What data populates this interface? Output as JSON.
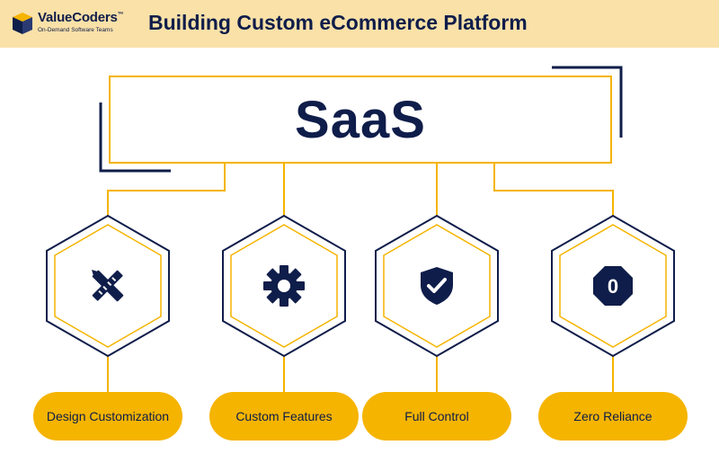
{
  "header": {
    "logo_name": "ValueCoders",
    "logo_tm": "™",
    "logo_tagline": "On-Demand Software Teams",
    "title": "Building Custom eCommerce Platform"
  },
  "main": {
    "title": "SaaS",
    "items": [
      {
        "label": "Design Customization",
        "icon": "design-tools-icon"
      },
      {
        "label": "Custom Features",
        "icon": "gear-icon"
      },
      {
        "label": "Full Control",
        "icon": "shield-check-icon"
      },
      {
        "label": "Zero Reliance",
        "icon": "zero-octagon-icon",
        "icon_text": "0"
      }
    ]
  },
  "colors": {
    "navy": "#0f1d4a",
    "accent": "#f5b400",
    "header_bg": "#f9e1a8"
  }
}
